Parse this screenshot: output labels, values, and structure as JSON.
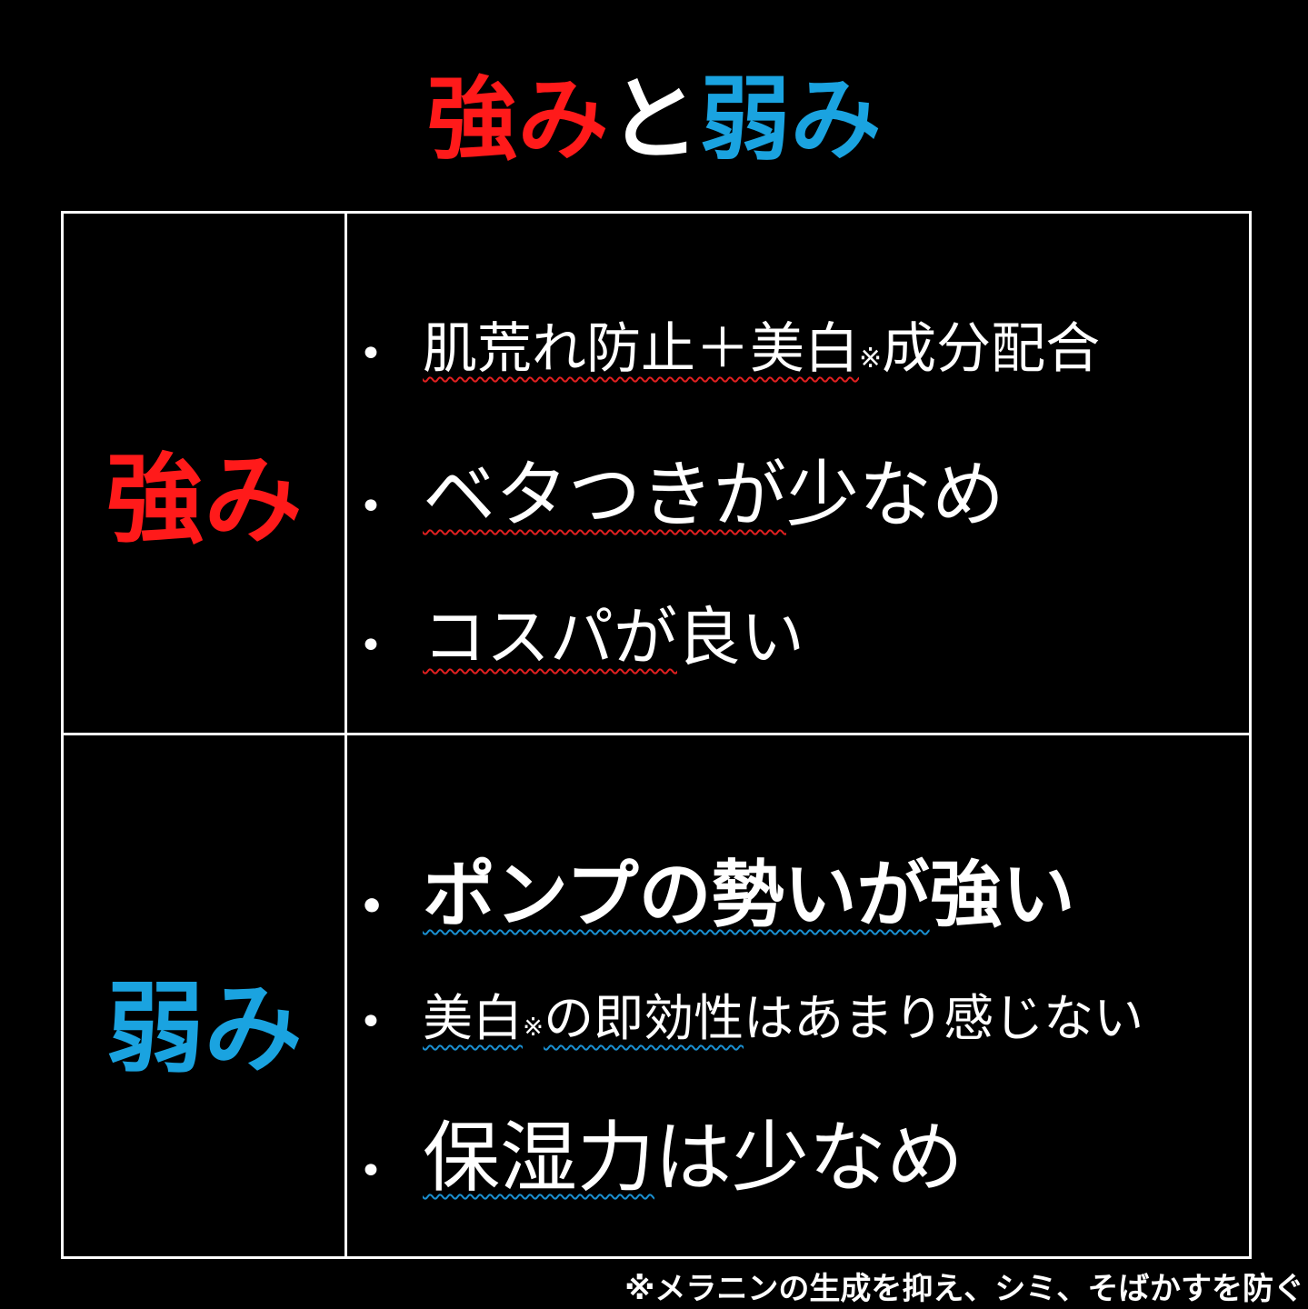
{
  "title": {
    "part1": "強み",
    "part2": "と",
    "part3": "弱み"
  },
  "colors": {
    "strength": "#ff1a1a",
    "weakness": "#1aa3e0",
    "text": "#ffffff",
    "background": "#000000"
  },
  "strengths": {
    "label": "強み",
    "items": [
      {
        "underlined": "肌荒れ防止＋美白",
        "mark": "※",
        "rest": "成分配合"
      },
      {
        "underlined": "ベタつきが",
        "mark": "",
        "rest": "少なめ"
      },
      {
        "underlined": "コスパが",
        "mark": "",
        "rest": "良い"
      }
    ]
  },
  "weaknesses": {
    "label": "弱み",
    "items": [
      {
        "underlined": "ポンプの勢いが",
        "mark": "",
        "rest": "強い"
      },
      {
        "underlined": "美白",
        "mark": "※",
        "underlined2": "の即効性",
        "rest": "はあまり感じない"
      },
      {
        "underlined": "保湿力",
        "mark": "",
        "rest": "は少なめ"
      }
    ]
  },
  "bullet": "•",
  "footnote": "※メラニンの生成を抑え、シミ、そばかすを防ぐ"
}
